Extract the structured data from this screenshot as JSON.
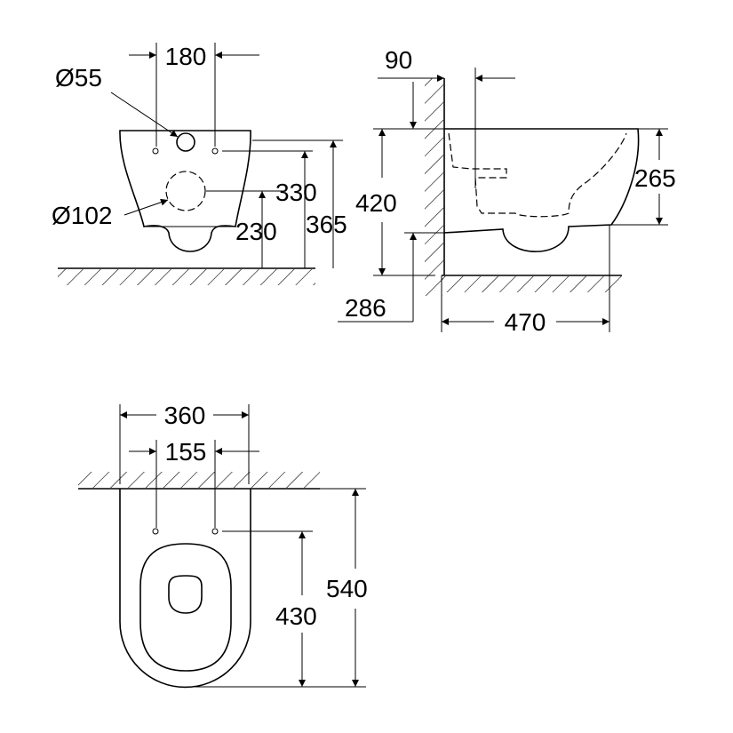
{
  "title": "Wall-hung WC dimension drawing",
  "front_view": {
    "outlet_diameter": "Ø55",
    "fixing_spacing": "180",
    "inlet_diameter": "Ø102",
    "outlet_height": "330",
    "inlet_height": "230",
    "bowl_height": "365"
  },
  "side_view": {
    "wall_offset": "90",
    "rim_height": "420",
    "bowl_depth": "265",
    "bottom_height": "286",
    "projection": "470"
  },
  "top_view": {
    "width": "360",
    "fixing_spacing": "155",
    "length": "540",
    "fixing_to_front": "430"
  },
  "colors": {
    "line": "#000000",
    "background": "#ffffff"
  }
}
